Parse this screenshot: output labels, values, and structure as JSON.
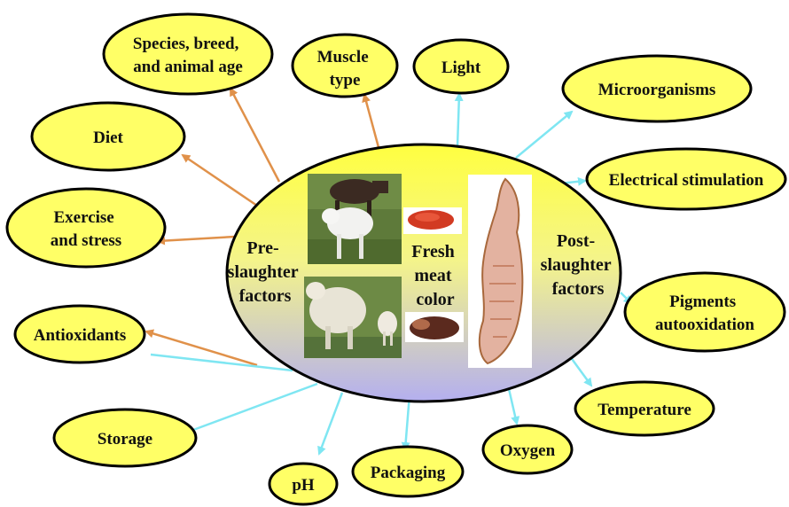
{
  "diagram": {
    "center": {
      "pre_line1": "Pre-",
      "pre_line2": "slaughter",
      "pre_line3": "factors",
      "fresh_line1": "Fresh",
      "fresh_line2": "meat",
      "fresh_line3": "color",
      "post_line1": "Post-",
      "post_line2": "slaughter",
      "post_line3": "factors"
    },
    "pre_slaughter_factors": {
      "species_line1": "Species, breed,",
      "species_line2": "and animal age",
      "muscle_line1": "Muscle",
      "muscle_line2": "type",
      "diet": "Diet",
      "exercise_line1": "Exercise",
      "exercise_line2": "and stress",
      "antioxidants": "Antioxidants"
    },
    "post_slaughter_factors": {
      "light": "Light",
      "microorganisms": "Microorganisms",
      "electrical_stimulation": "Electrical stimulation",
      "pigments_line1": "Pigments",
      "pigments_line2": "autooxidation",
      "temperature": "Temperature",
      "oxygen": "Oxygen",
      "packaging": "Packaging",
      "ph": "pH",
      "storage": "Storage"
    },
    "colors": {
      "bubble_fill": "#ffff66",
      "pre_arrow": "#e0914a",
      "post_arrow": "#7fe6f2",
      "ellipse_top": "#ffff55",
      "ellipse_bottom": "#b9b4f0"
    }
  }
}
